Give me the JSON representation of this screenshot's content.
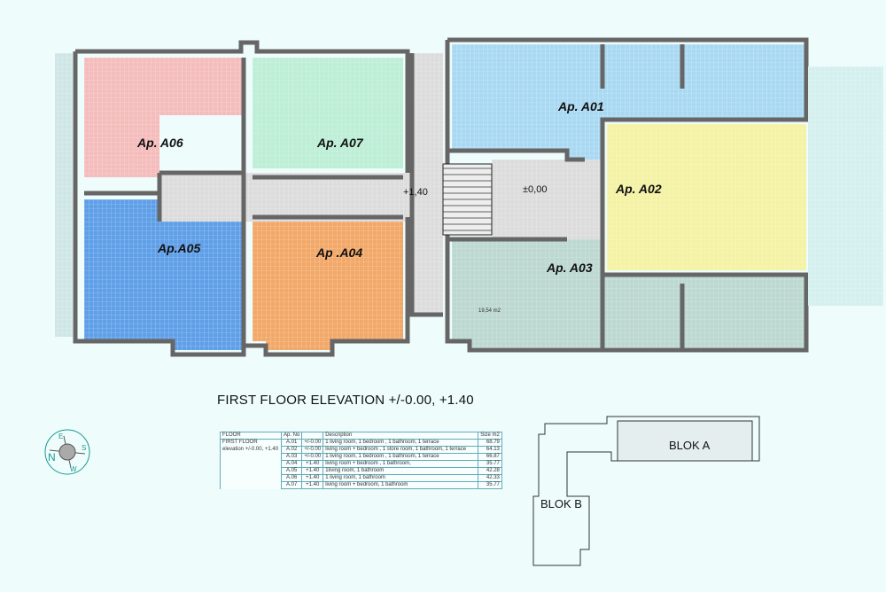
{
  "plan": {
    "title": "FIRST FLOOR ELEVATION +/-0.00, +1.40",
    "apartment_labels": [
      "Ap. A01",
      "Ap. A02",
      "Ap. A03",
      "Ap .A04",
      "Ap.A05",
      "Ap. A06",
      "Ap. A07"
    ],
    "level_marks": [
      "+1,40",
      "±0,00"
    ],
    "area_note": "19,54 m2",
    "room_colors": {
      "A01": "#a9d9f2",
      "A02": "#f4f2a4",
      "A03": "#bcd8d0",
      "A04": "#f2a868",
      "A05": "#5f9fe8",
      "A06": "#f5bcbc",
      "A07": "#bdeed6",
      "corridor": "#dcdcdc"
    }
  },
  "compass": {
    "letters": [
      "N",
      "E",
      "S",
      "W"
    ]
  },
  "table": {
    "headers": [
      "FLOOR",
      "Ap. No",
      "",
      "Description",
      "Size m2"
    ],
    "floor_name": "FIRST FLOOR",
    "floor_elevation": "elevation +/-0.00, +1.40",
    "rows": [
      {
        "ap": "A.01",
        "level": "+/-0.00",
        "desc": "1 living room, 1 bedroom , 1 bathroom, 1 terrace",
        "size": "68.79"
      },
      {
        "ap": "A.02",
        "level": "+/-0.00",
        "desc": "living room + bedroom , 1 store room, 1 bathroom, 1 terrace",
        "size": "64.13"
      },
      {
        "ap": "A.03",
        "level": "+/-0.00",
        "desc": "1 living room, 1 bedroom , 1 bathroom, 1 terrace",
        "size": "66.87"
      },
      {
        "ap": "A.04",
        "level": "+1.40",
        "desc": "living room + bedroom , 1 bathroom,",
        "size": "35.77"
      },
      {
        "ap": "A.05",
        "level": "+1.40",
        "desc": "1living room, 1 bathroom",
        "size": "42.28"
      },
      {
        "ap": "A.06",
        "level": "+1.40",
        "desc": "1 living room, 1 bathroom",
        "size": "42.33"
      },
      {
        "ap": "A.07",
        "level": "+1.40",
        "desc": "living room + bedroom, 1 bathroom",
        "size": "35.77"
      }
    ]
  },
  "site": {
    "blok_a": "BLOK A",
    "blok_b": "BLOK B"
  }
}
